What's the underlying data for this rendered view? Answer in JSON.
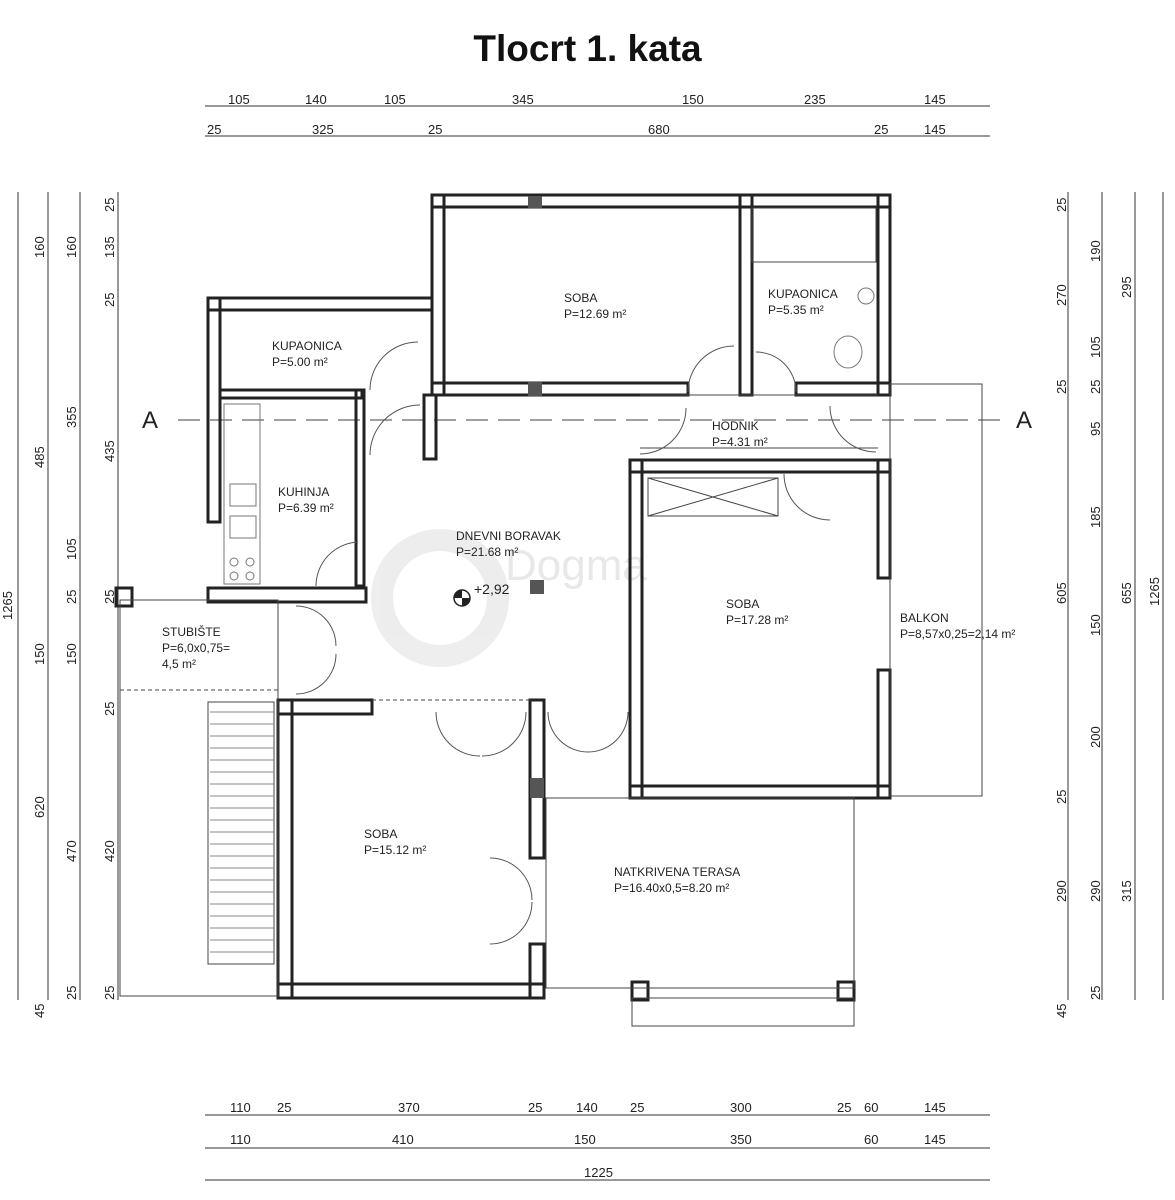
{
  "title": "Tlocrt 1. kata",
  "section_marks": {
    "left": "A",
    "right": "A"
  },
  "level_mark": "+2,92",
  "watermark": "Dogma",
  "rooms": [
    {
      "name": "SOBA",
      "area": "P=12.69 m²"
    },
    {
      "name": "KUPAONICA",
      "area": "P=5.35 m²"
    },
    {
      "name": "KUPAONICA",
      "area": "P=5.00 m²"
    },
    {
      "name": "HODNIK",
      "area": "P=4.31 m²"
    },
    {
      "name": "KUHINJA",
      "area": "P=6.39 m²"
    },
    {
      "name": "DNEVNI BORAVAK",
      "area": "P=21.68 m²"
    },
    {
      "name": "SOBA",
      "area": "P=17.28 m²"
    },
    {
      "name": "BALKON",
      "area": "P=8,57x0,25=2,14 m²"
    },
    {
      "name": "STUBIŠTE",
      "area": "P=6,0x0,75=",
      "area2": "4,5 m²"
    },
    {
      "name": "SOBA",
      "area": "P=15.12 m²"
    },
    {
      "name": "NATKRIVENA TERASA",
      "area": "P=16.40x0,5=8.20 m²"
    }
  ],
  "dimensions": {
    "top_row1": [
      "105",
      "140",
      "105",
      "345",
      "150",
      "235",
      "145"
    ],
    "top_row2": [
      "25",
      "325",
      "25",
      "680",
      "25",
      "145"
    ],
    "bottom_row1": [
      "110",
      "25",
      "370",
      "25",
      "140",
      "25",
      "300",
      "25",
      "60",
      "145"
    ],
    "bottom_row2": [
      "110",
      "410",
      "150",
      "350",
      "60",
      "145"
    ],
    "bottom_total": "1225",
    "left_col1": [
      "1265"
    ],
    "left_col2": [
      "160",
      "485",
      "150",
      "620",
      "45"
    ],
    "left_col3": [
      "160",
      "355",
      "105",
      "25",
      "150",
      "470",
      "25"
    ],
    "left_col4": [
      "25",
      "135",
      "25",
      "435",
      "25",
      "25",
      "420",
      "25"
    ],
    "right_col1": [
      "25",
      "190",
      "105",
      "25",
      "95",
      "185",
      "150",
      "200",
      "25",
      "290",
      "25"
    ],
    "right_col2": [
      "270",
      "25",
      "605",
      "290",
      "45"
    ],
    "right_col3": [
      "295",
      "655",
      "315"
    ],
    "right_col4": [
      "1265"
    ]
  }
}
